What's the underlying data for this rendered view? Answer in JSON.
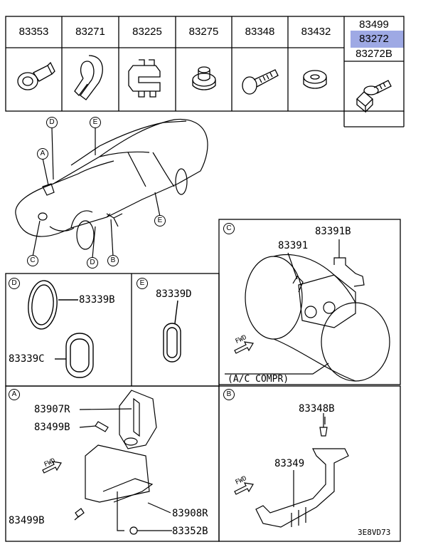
{
  "parts_table": {
    "headers": [
      "83353",
      "83271",
      "83225",
      "83275",
      "83348",
      "83432"
    ],
    "last_column": {
      "top": "83499",
      "highlighted": "83272",
      "bottom": "83272B"
    }
  },
  "highlight_color": "#9ea9e4",
  "car_callouts": [
    "D",
    "E",
    "A",
    "C",
    "D",
    "B",
    "E"
  ],
  "panels": {
    "C": {
      "letter": "C",
      "labels": [
        "83391",
        "83391B"
      ],
      "note": "(A/C COMPR)",
      "fwd": "FWD"
    },
    "D": {
      "letter": "D",
      "labels": [
        "83339B",
        "83339C"
      ]
    },
    "E": {
      "letter": "E",
      "labels": [
        "83339D"
      ]
    },
    "A": {
      "letter": "A",
      "labels": [
        "83907R",
        "83499B",
        "83908R",
        "83499B",
        "83352B"
      ],
      "fwd": "FWD"
    },
    "B": {
      "letter": "B",
      "labels": [
        "83348B",
        "83349"
      ],
      "fwd": "FWD"
    }
  },
  "diagram_code": "3E8VD73"
}
